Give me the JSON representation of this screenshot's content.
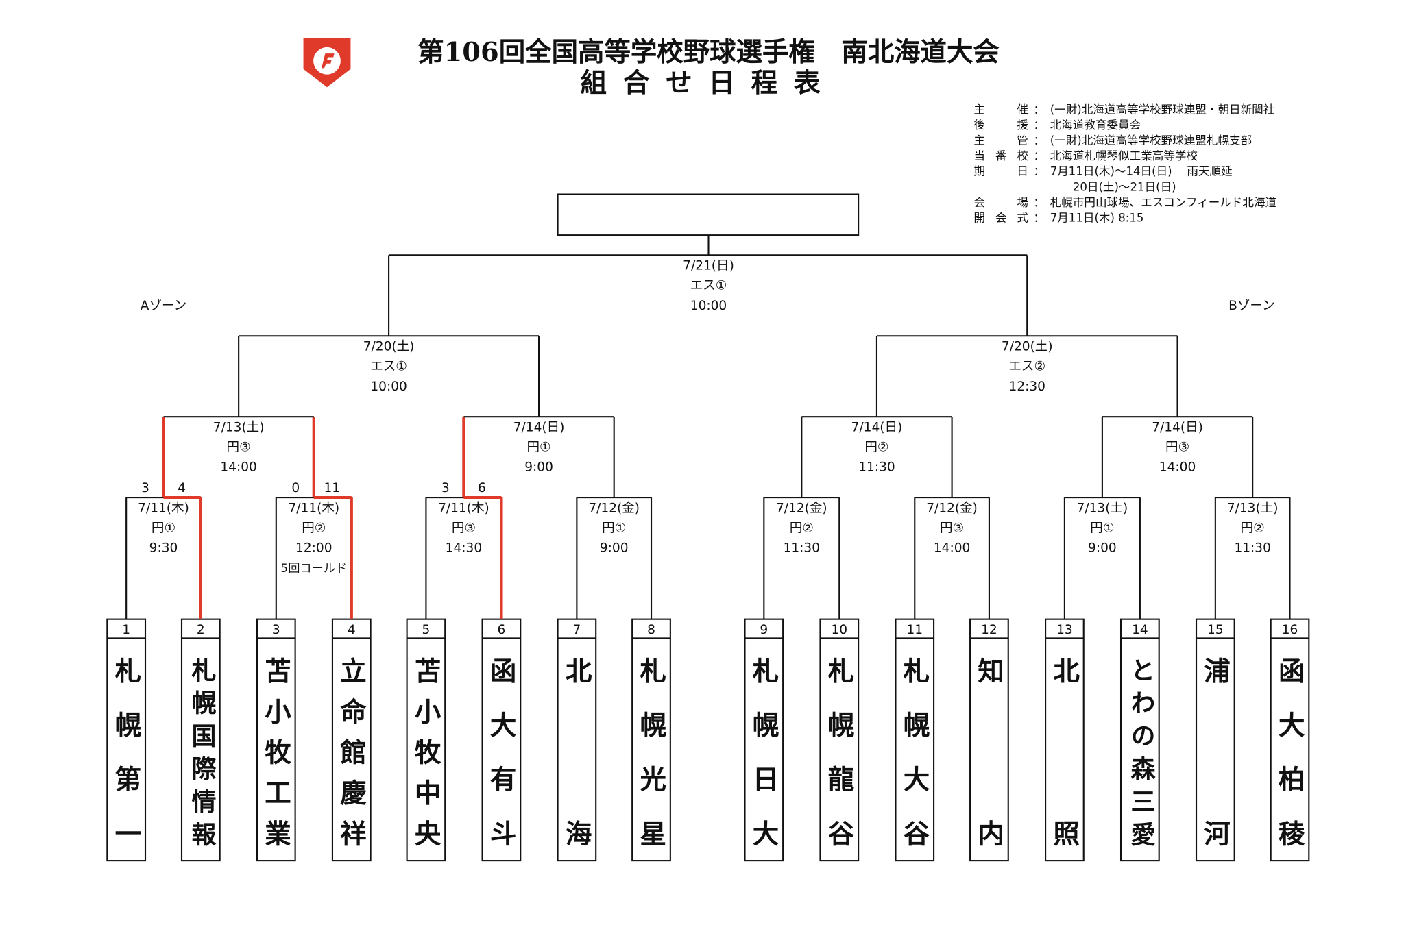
{
  "title": "第106回全国高等学校野球選手権　南北海道大会",
  "subtitle": "組合せ日程表",
  "logo_text": "F",
  "info": [
    {
      "key": "主催",
      "value": "(一財)北海道高等学校野球連盟・朝日新聞社"
    },
    {
      "key": "後援",
      "value": "北海道教育委員会"
    },
    {
      "key": "主管",
      "value": "(一財)北海道高等学校野球連盟札幌支部"
    },
    {
      "key": "当番校",
      "value": "北海道札幌琴似工業高等学校"
    },
    {
      "key": "期日",
      "value": "7月11日(木)～14日(日)　 雨天順延"
    },
    {
      "key": "",
      "value": "　　20日(土)～21日(日)"
    },
    {
      "key": "会場",
      "value": "札幌市円山球場、エスコンフィールド北海道"
    },
    {
      "key": "開会式",
      "value": "7月11日(木)  8:15"
    }
  ],
  "zones": {
    "a": "Aゾーン",
    "b": "Bゾーン"
  },
  "colors": {
    "winner_line": "#e03a2a",
    "line": "#111111",
    "logo": "#e03a2a"
  },
  "teams": [
    {
      "no": "1",
      "name": "札幌第一"
    },
    {
      "no": "2",
      "name": "札幌国際情報"
    },
    {
      "no": "3",
      "name": "苫小牧工業"
    },
    {
      "no": "4",
      "name": "立命館慶祥"
    },
    {
      "no": "5",
      "name": "苫小牧中央"
    },
    {
      "no": "6",
      "name": "函大有斗"
    },
    {
      "no": "7",
      "name": "北海"
    },
    {
      "no": "8",
      "name": "札幌光星"
    },
    {
      "no": "9",
      "name": "札幌日大"
    },
    {
      "no": "10",
      "name": "札幌龍谷"
    },
    {
      "no": "11",
      "name": "札幌大谷"
    },
    {
      "no": "12",
      "name": "知内"
    },
    {
      "no": "13",
      "name": "北照"
    },
    {
      "no": "14",
      "name": "とわの森三愛"
    },
    {
      "no": "15",
      "name": "浦河"
    },
    {
      "no": "16",
      "name": "函大柏稜"
    }
  ],
  "round1": [
    {
      "date": "7/11(木)",
      "venue": "円①",
      "time": "9:30",
      "score_left": "3",
      "score_right": "4",
      "winner": "right"
    },
    {
      "date": "7/11(木)",
      "venue": "円②",
      "time": "12:00",
      "note": "5回コールド",
      "score_left": "0",
      "score_right": "11",
      "winner": "right"
    },
    {
      "date": "7/11(木)",
      "venue": "円③",
      "time": "14:30",
      "score_left": "3",
      "score_right": "6",
      "winner": "right"
    },
    {
      "date": "7/12(金)",
      "venue": "円①",
      "time": "9:00"
    },
    {
      "date": "7/12(金)",
      "venue": "円②",
      "time": "11:30"
    },
    {
      "date": "7/12(金)",
      "venue": "円③",
      "time": "14:00"
    },
    {
      "date": "7/13(土)",
      "venue": "円①",
      "time": "9:00"
    },
    {
      "date": "7/13(土)",
      "venue": "円②",
      "time": "11:30"
    }
  ],
  "round2": [
    {
      "date": "7/13(土)",
      "venue": "円③",
      "time": "14:00"
    },
    {
      "date": "7/14(日)",
      "venue": "円①",
      "time": "9:00"
    },
    {
      "date": "7/14(日)",
      "venue": "円②",
      "time": "11:30"
    },
    {
      "date": "7/14(日)",
      "venue": "円③",
      "time": "14:00"
    }
  ],
  "semifinals": [
    {
      "date": "7/20(土)",
      "venue": "エス①",
      "time": "10:00"
    },
    {
      "date": "7/20(土)",
      "venue": "エス②",
      "time": "12:30"
    }
  ],
  "final": {
    "date": "7/21(日)",
    "venue": "エス①",
    "time": "10:00"
  }
}
